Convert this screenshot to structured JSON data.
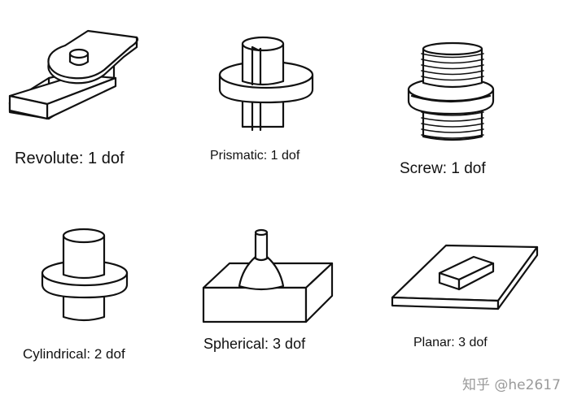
{
  "joints": [
    {
      "id": "revolute",
      "label": "Revolute: 1 dof"
    },
    {
      "id": "prismatic",
      "label": "Prismatic: 1 dof"
    },
    {
      "id": "screw",
      "label": "Screw: 1 dof"
    },
    {
      "id": "cylindrical",
      "label": "Cylindrical: 2 dof"
    },
    {
      "id": "spherical",
      "label": "Spherical: 3 dof"
    },
    {
      "id": "planar",
      "label": "Planar: 3 dof"
    }
  ],
  "watermark": "知乎 @he2617"
}
